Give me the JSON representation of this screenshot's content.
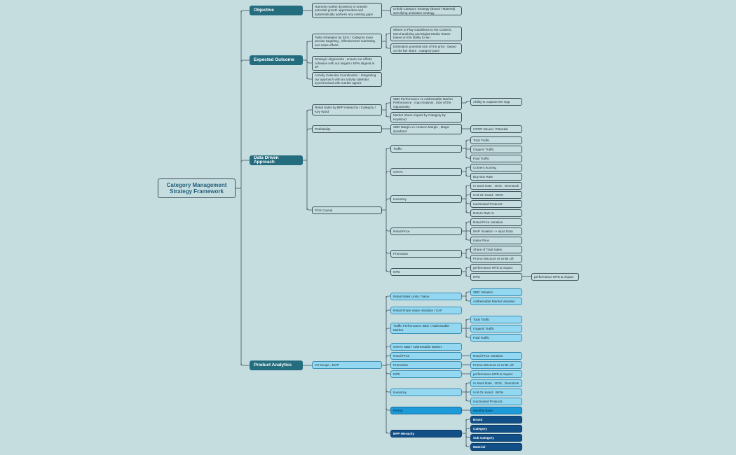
{
  "root": "Category Management Strategy Framework",
  "objective": {
    "label": "Objective",
    "items": [
      "Harness market dynamics to unearth potential growth opportunities and systematically address any existing gaps",
      "Unfold Category Strategy (Brand / Material) specifying activation strategy"
    ]
  },
  "expected_outcome": {
    "label": "Expected Outcome",
    "items": [
      "Tailor strategies by SKU / Category more precise targeting , effectiveness marketing and sales efforts",
      "Where to Play Guidelines to the Content , Merchandising and Digital Media Teams based on the ability to win",
      "Estimation potential size of the prize , based on the fair share , category pace",
      "Strategic Alignments , ensure our efforts cohesive with our targets / KPIs aligned in 3P",
      "Activity Calendar Coordination : Integrating our approach with an activity calendar synchronized with market opport."
    ]
  },
  "data_driven": {
    "label": "Data Driven Approach",
    "items": [
      "Retail Sales by BPP Hierarchy / Category / Key Word",
      "SBD Performance vs Addressable Market Performance , Gap Analysis , Size of the Opportunity",
      "Ability to Capture the Opp",
      "Market Share Impact by Category by KeyWord",
      "Profitability",
      "SBD Margin vs Amazon Margin , Magic Quadrant",
      "CRGP Issues / Potential",
      "POS Causal",
      "Traffic",
      "Total Traffic",
      "Organic Traffic",
      "Paid Traffic",
      "CRV%",
      "Content Scoring",
      "Buy Box Rate",
      "Inventory",
      "In stock Rate , OOS , Overstock",
      "Unit On Hand , WOH",
      "Inactivated Products",
      "Return Rate %",
      "Retail Price",
      "Retail Price Variation",
      "MAP Violation -> Input Data",
      "Index Price",
      "Promotion",
      "Share of Total Sales",
      "Promo Discount  vs Units Lift",
      "NPD",
      "performance NPD & Impact",
      "NPD",
      "performance NPD & Impact"
    ]
  },
  "product_analytics": {
    "label": "Product Analytics",
    "items": [
      "V.0 Scope , MVP",
      "Retail Sales Units / Value",
      "SBD Variation",
      "Addressable Market Variation",
      "Retail Share Value Variation / CAF",
      "Traffic Performance SBD / Addressable Market",
      "Total Traffic",
      "Organic Traffic",
      "Paid Traffic",
      "CRV% SBD / Addressable Market",
      "Retail Price",
      "Retail Price Variation",
      "Promotion",
      "Promo Discount  vs Units Lift",
      "NPD",
      "performance NPD & Impact",
      "Inventory",
      "In stock Rate , OOS , Overstock",
      "Unit On Hand , WOH",
      "Inactivated Products",
      "Period",
      "Monthly Base",
      "BPP Hierachy",
      "Brand",
      "Category",
      "Sub Category",
      "Material"
    ]
  },
  "colors": {
    "background": "#c6dde0",
    "level1": "#246d7f",
    "product_light": "#93d8f0",
    "product_mid": "#1d9ad8",
    "product_dark": "#114f86",
    "line": "#3c4e58"
  }
}
